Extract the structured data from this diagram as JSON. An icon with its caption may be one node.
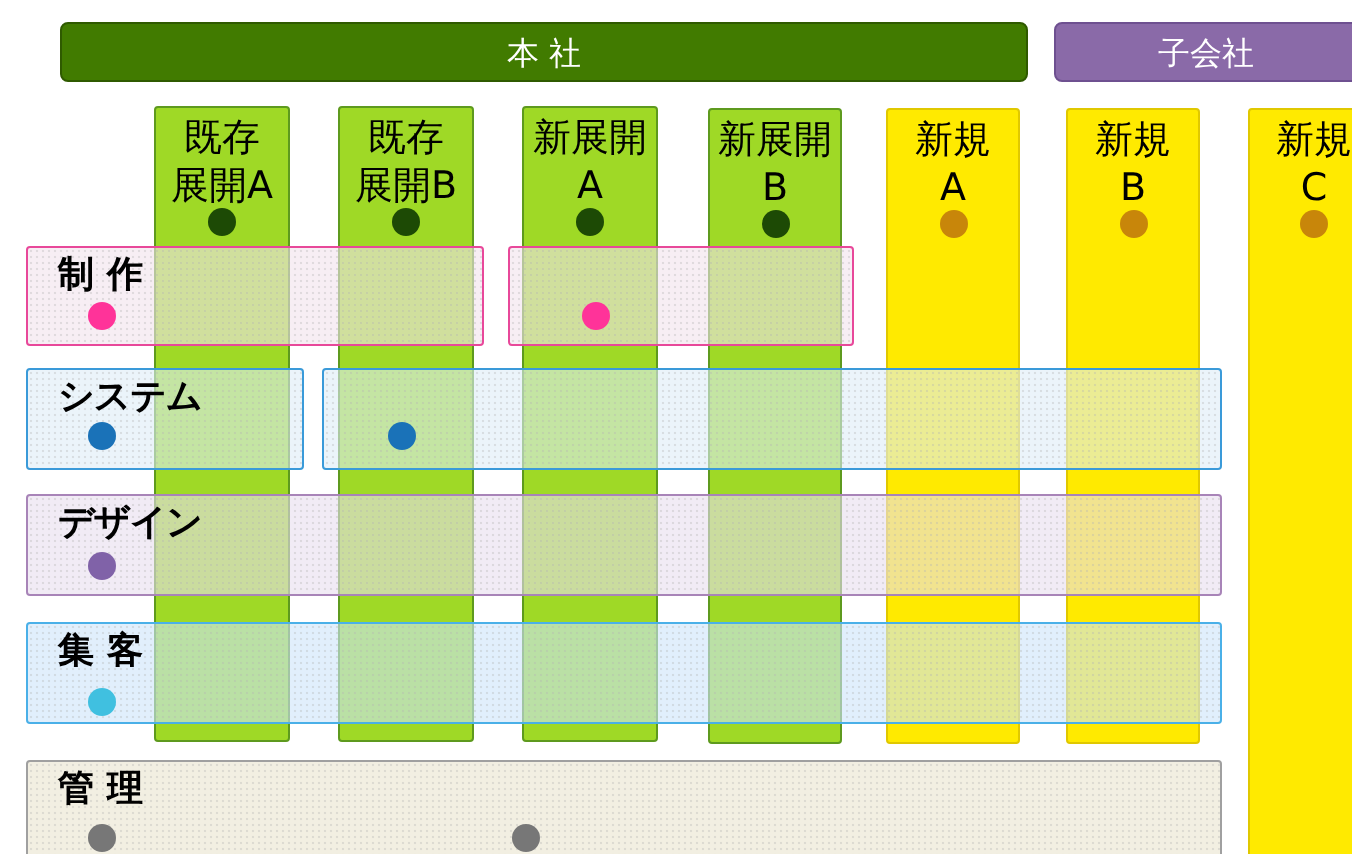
{
  "diagram": {
    "nodes": [
      {
        "text": [
          "本 社"
        ]
      },
      {
        "text": [
          "子会社"
        ]
      },
      {
        "text": [
          "既存展開A"
        ]
      },
      {
        "text": [
          "既存展開B"
        ]
      },
      {
        "text": [
          "新展開A"
        ]
      },
      {
        "text": [
          "新展開B"
        ]
      },
      {
        "text": [
          "新規A"
        ]
      },
      {
        "text": [
          "新規B"
        ]
      },
      {
        "text": [
          "新規C"
        ]
      },
      {
        "text": [
          "制 作"
        ]
      },
      {
        "text": [],
        "shape": "box"
      },
      {
        "text": [
          "システム"
        ]
      },
      {
        "text": [],
        "shape": "box"
      },
      {
        "text": [
          "デザイン"
        ]
      },
      {
        "text": [
          "集 客"
        ]
      },
      {
        "text": [
          "管 理"
        ]
      }
    ]
  }
}
